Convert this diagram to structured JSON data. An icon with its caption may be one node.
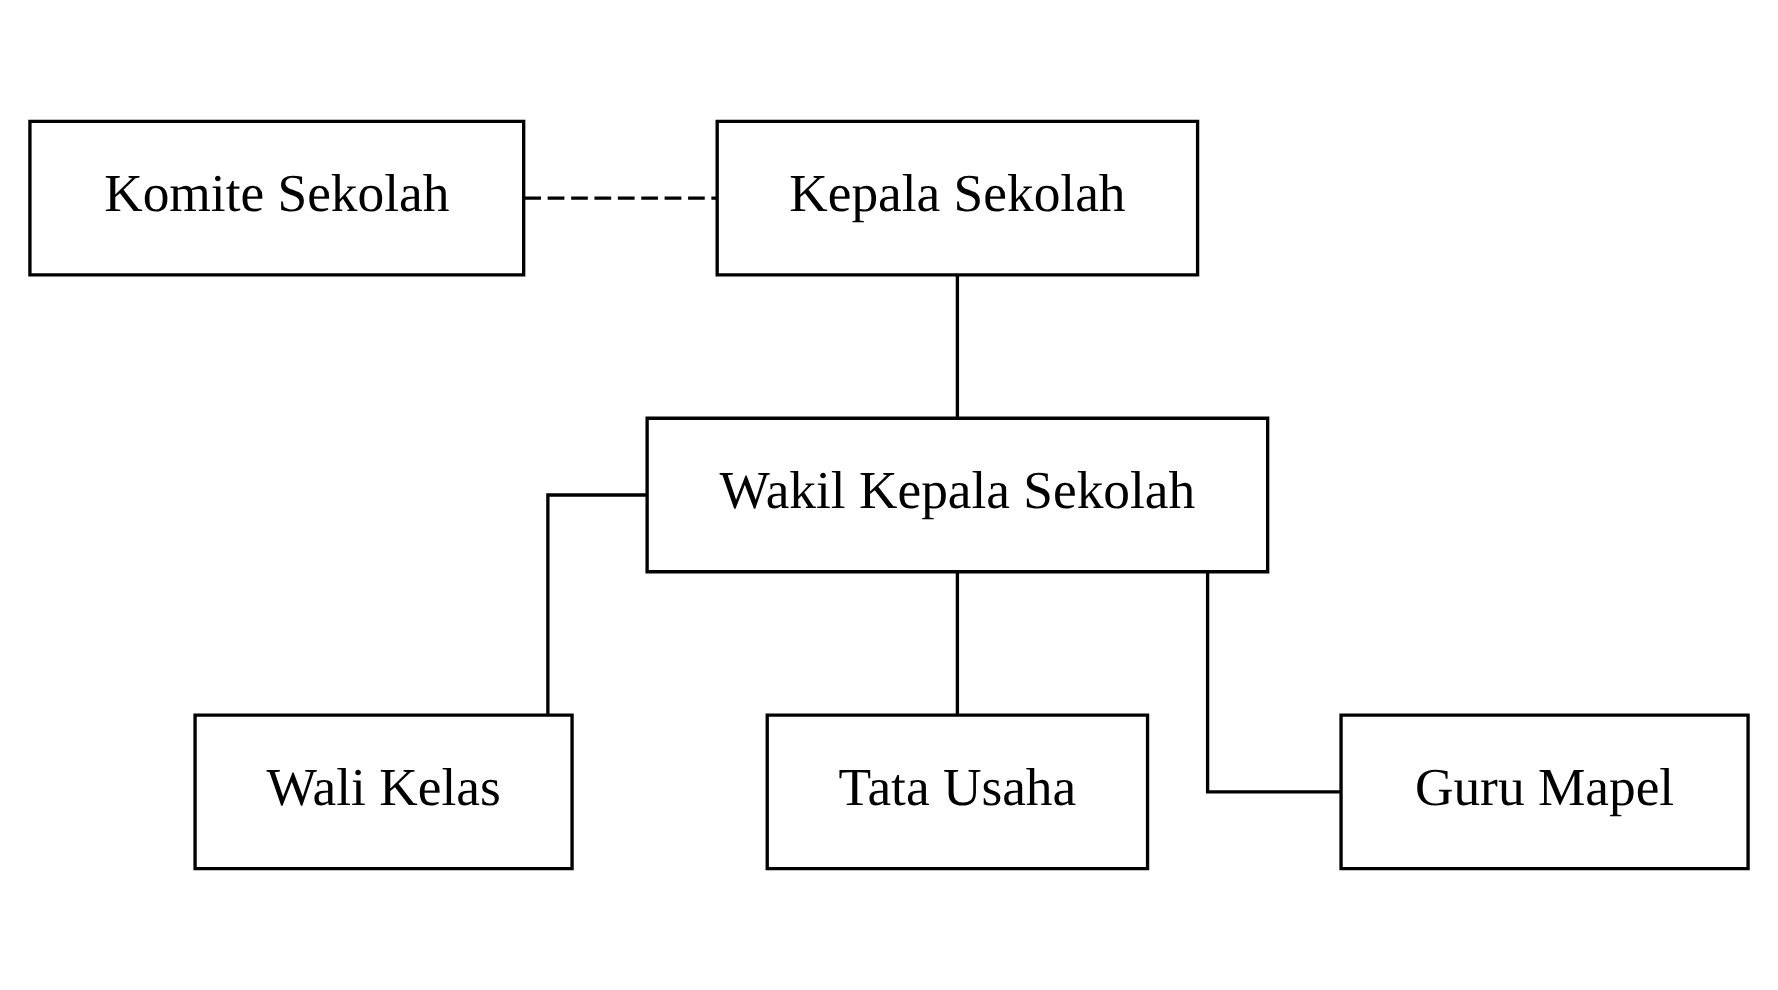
{
  "diagram": {
    "nodes": [
      {
        "text": [
          "Komite Sekolah"
        ]
      },
      {
        "text": [
          "Kepala Sekolah"
        ]
      },
      {
        "text": [
          "Wakil Kepala Sekolah"
        ]
      },
      {
        "text": [
          "Wali Kelas"
        ]
      },
      {
        "text": [
          "Tata Usaha"
        ]
      },
      {
        "text": [
          "Guru Mapel"
        ]
      }
    ],
    "edges": [
      {
        "from": 0,
        "to": 1,
        "arrow": "none",
        "style": "dashed"
      },
      {
        "from": 1,
        "to": 2,
        "arrow": "none"
      },
      {
        "from": 2,
        "to": 3,
        "arrow": "none"
      },
      {
        "from": 2,
        "to": 4,
        "arrow": "none"
      },
      {
        "from": 2,
        "to": 5,
        "arrow": "none"
      }
    ]
  }
}
